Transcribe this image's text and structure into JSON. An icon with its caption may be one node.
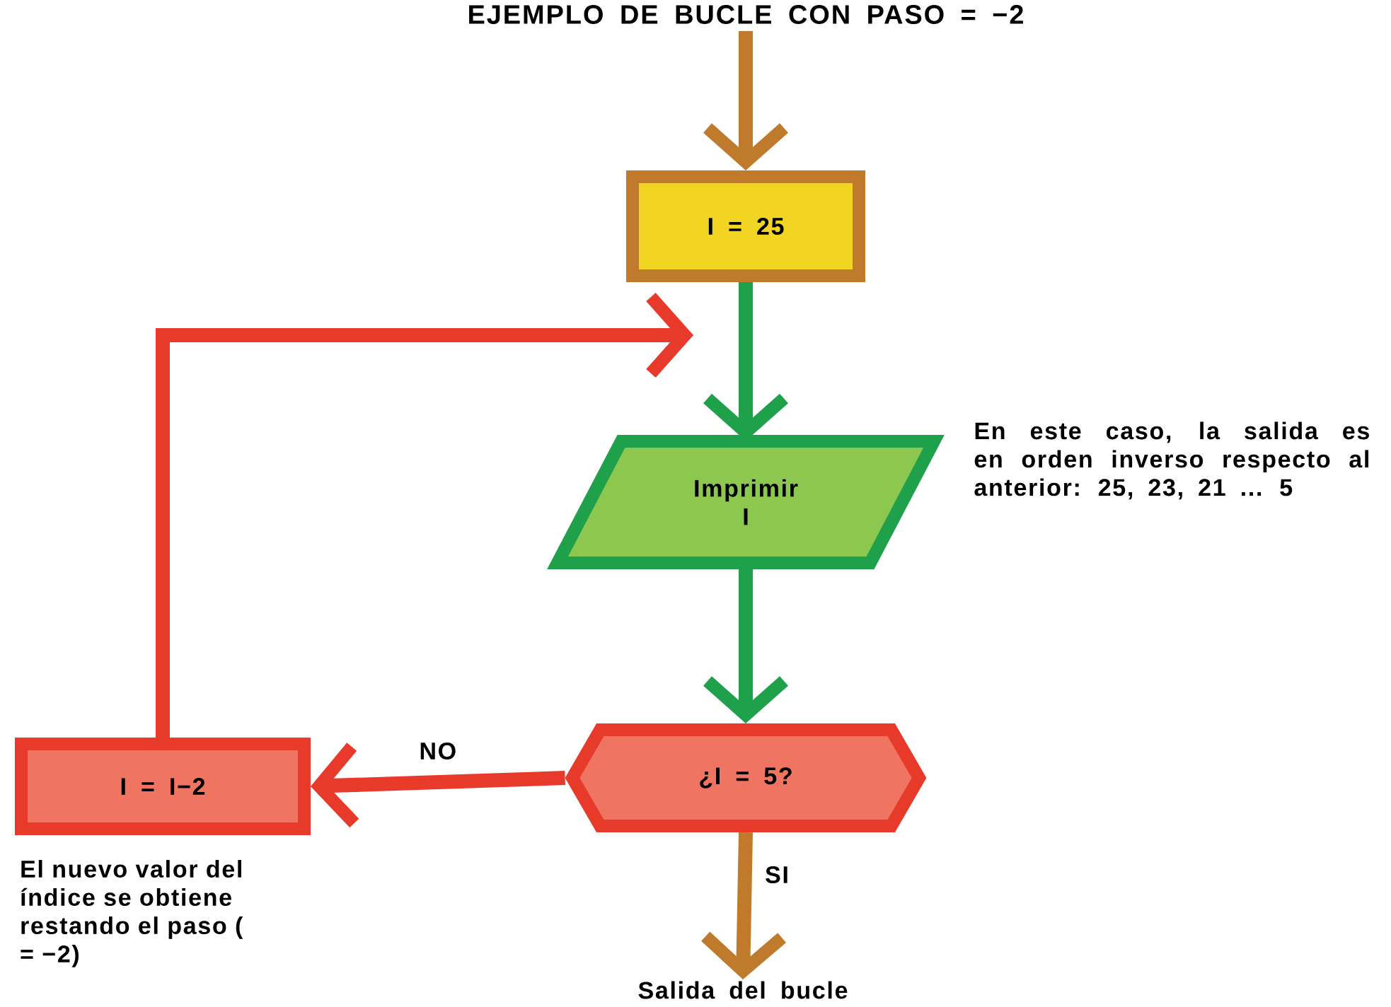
{
  "diagram": {
    "title": "EJEMPLO DE BUCLE CON PASO = −2",
    "nodes": [
      {
        "text": [
          "I = 25"
        ]
      },
      {
        "text": [
          "Imprimir I"
        ]
      },
      {
        "text": [
          "¿I = 5?"
        ]
      },
      {
        "text": [
          "I = I−2"
        ],
        "beside": [
          "El nuevo valor del índice se obtiene restando el paso ( = −2)"
        ]
      },
      {
        "text": [
          "Salida del bucle"
        ]
      }
    ],
    "edges": [
      {
        "from": null,
        "to": 0,
        "arrow": "to",
        "color": "#c07a2c"
      },
      {
        "from": 0,
        "to": 1,
        "arrow": "to",
        "color": "#1fa04a"
      },
      {
        "from": 1,
        "to": 2,
        "arrow": "to",
        "color": "#1fa04a"
      },
      {
        "from": 2,
        "to": 3,
        "arrow": "to",
        "label": "NO",
        "color": "#e83a2a"
      },
      {
        "from": 3,
        "to": null,
        "arrow": "to",
        "color": "#e83a2a"
      },
      {
        "from": 2,
        "to": 4,
        "arrow": "to",
        "label": "SI",
        "color": "#c07a2c"
      }
    ],
    "labels": [
      "En este caso, la salida es en orden inverso respecto al anterior: 25, 23, 21 ... 5"
    ]
  }
}
